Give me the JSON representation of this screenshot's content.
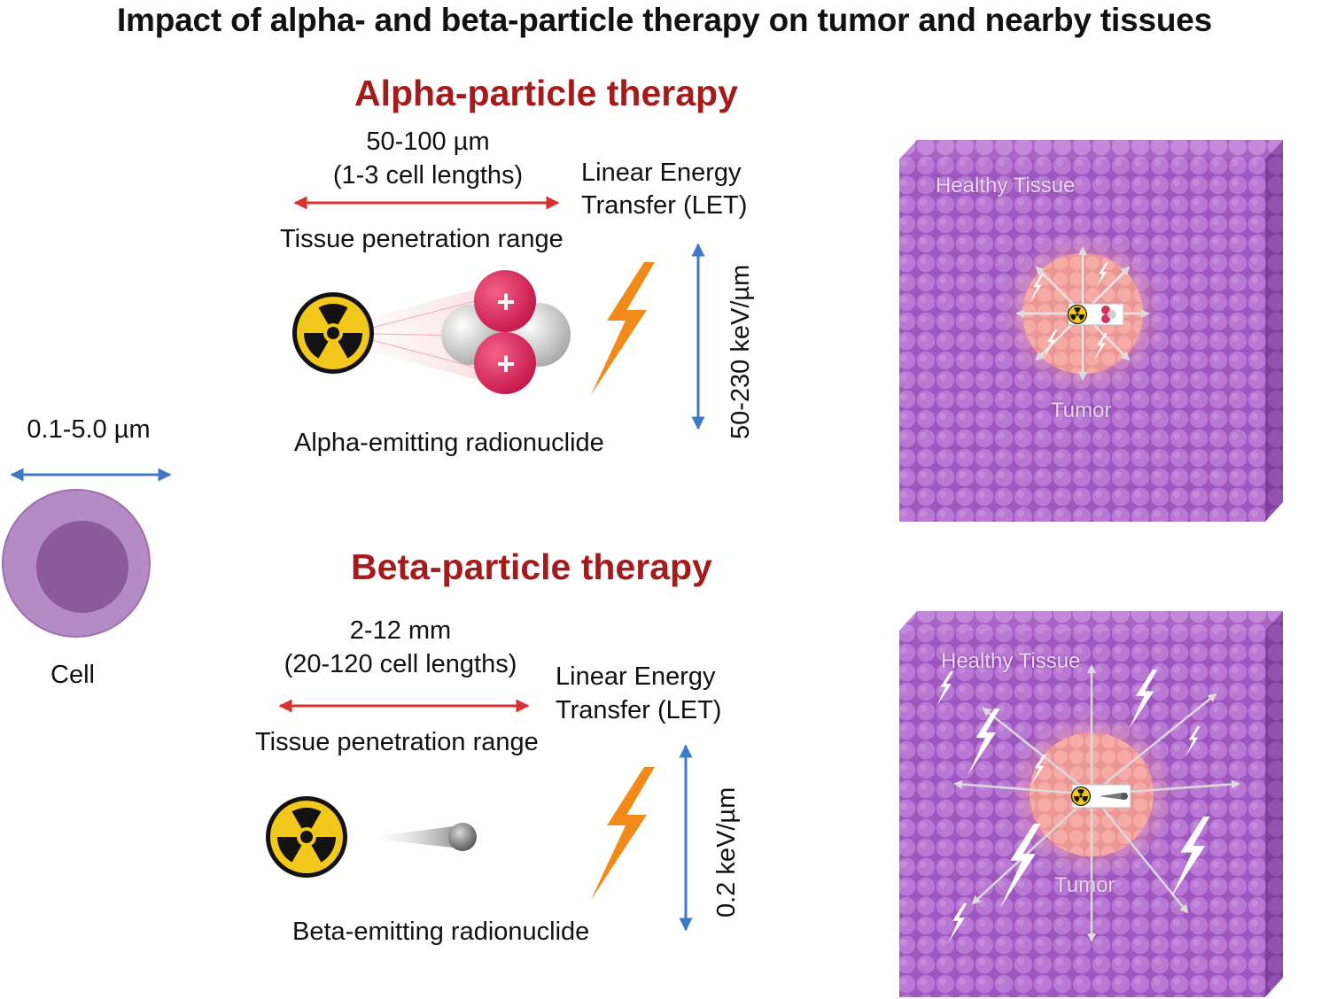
{
  "figure": {
    "title": "Impact of alpha- and beta-particle therapy on tumor and nearby tissues"
  },
  "cell": {
    "size_label": "0.1-5.0 µm",
    "label": "Cell"
  },
  "alpha": {
    "title": "Alpha-particle therapy",
    "range_value": "50-100 µm",
    "range_cells": "(1-3 cell lengths)",
    "range_caption": "Tissue penetration range",
    "let_line1": "Linear Energy",
    "let_line2": "Transfer (LET)",
    "let_value": "50-230 keV/µm",
    "emitter_label": "Alpha-emitting radionuclide",
    "charge_symbol": "+"
  },
  "beta": {
    "title": "Beta-particle therapy",
    "range_value": "2-12 mm",
    "range_cells": "(20-120 cell lengths)",
    "range_caption": "Tissue penetration range",
    "let_line1": "Linear Energy",
    "let_line2": "Transfer (LET)",
    "let_value": "0.2 keV/µm",
    "emitter_label": "Beta-emitting radionuclide"
  },
  "tissue": {
    "healthy_label": "Healthy Tissue",
    "tumor_label": "Tumor"
  },
  "icons": [
    "radiation-trefoil-icon",
    "lightning-bolt-icon",
    "double-arrow-icon",
    "alpha-particle-icon",
    "beta-particle-icon"
  ],
  "colors": {
    "section_title": "#a51b1b",
    "range_arrow": "#d93030",
    "let_arrow": "#3f78c8",
    "bolt": "#f28a1a",
    "trefoil_yellow": "#f2c81c",
    "tissue_purple": "#b36ad0",
    "tumor_pink": "#f4a4a0",
    "cell_outer": "#b58bc6",
    "cell_inner": "#8a5a9a"
  }
}
